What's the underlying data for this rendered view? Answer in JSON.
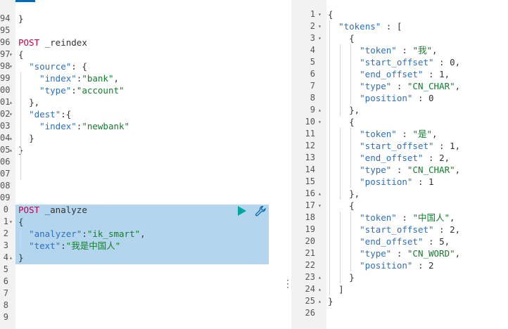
{
  "editor": {
    "lines": [
      {
        "num": "94",
        "text": "}"
      },
      {
        "num": "95",
        "text": ""
      },
      {
        "num": "96",
        "method": "POST",
        "path": " _reindex"
      },
      {
        "num": "97",
        "text": "{"
      },
      {
        "num": "98",
        "text": "  \"source\": {"
      },
      {
        "num": "99",
        "text": "    \"index\":\"bank\","
      },
      {
        "num": "00",
        "text": "    \"type\":\"account\""
      },
      {
        "num": "01",
        "text": "  },"
      },
      {
        "num": "02",
        "text": "  \"dest\":{"
      },
      {
        "num": "03",
        "text": "    \"index\":\"newbank\""
      },
      {
        "num": "04",
        "text": "  }"
      },
      {
        "num": "05",
        "text": "}"
      },
      {
        "num": "06",
        "text": ""
      },
      {
        "num": "07",
        "text": ""
      },
      {
        "num": "08",
        "text": ""
      },
      {
        "num": "09",
        "text": ""
      },
      {
        "num": "0",
        "method": "POST",
        "path": " _analyze"
      },
      {
        "num": "1",
        "text": "{"
      },
      {
        "num": "2",
        "text": "  \"analyzer\":\"ik_smart\","
      },
      {
        "num": "3",
        "text": "  \"text\":\"我是中国人\""
      },
      {
        "num": "4",
        "text": "}"
      },
      {
        "num": "5",
        "text": ""
      },
      {
        "num": "6",
        "text": ""
      },
      {
        "num": "7",
        "text": ""
      },
      {
        "num": "8",
        "text": ""
      },
      {
        "num": "9",
        "text": ""
      }
    ]
  },
  "output": {
    "lines": [
      {
        "num": "1",
        "text": "{"
      },
      {
        "num": "2",
        "text": "  \"tokens\" : ["
      },
      {
        "num": "3",
        "text": "    {"
      },
      {
        "num": "4",
        "text": "      \"token\" : \"我\","
      },
      {
        "num": "5",
        "text": "      \"start_offset\" : 0,"
      },
      {
        "num": "6",
        "text": "      \"end_offset\" : 1,"
      },
      {
        "num": "7",
        "text": "      \"type\" : \"CN_CHAR\","
      },
      {
        "num": "8",
        "text": "      \"position\" : 0"
      },
      {
        "num": "9",
        "text": "    },"
      },
      {
        "num": "10",
        "text": "    {"
      },
      {
        "num": "11",
        "text": "      \"token\" : \"是\","
      },
      {
        "num": "12",
        "text": "      \"start_offset\" : 1,"
      },
      {
        "num": "13",
        "text": "      \"end_offset\" : 2,"
      },
      {
        "num": "14",
        "text": "      \"type\" : \"CN_CHAR\","
      },
      {
        "num": "15",
        "text": "      \"position\" : 1"
      },
      {
        "num": "16",
        "text": "    },"
      },
      {
        "num": "17",
        "text": "    {"
      },
      {
        "num": "18",
        "text": "      \"token\" : \"中国人\","
      },
      {
        "num": "19",
        "text": "      \"start_offset\" : 2,"
      },
      {
        "num": "20",
        "text": "      \"end_offset\" : 5,"
      },
      {
        "num": "21",
        "text": "      \"type\" : \"CN_WORD\","
      },
      {
        "num": "22",
        "text": "      \"position\" : 2"
      },
      {
        "num": "23",
        "text": "    }"
      },
      {
        "num": "24",
        "text": "  ]"
      },
      {
        "num": "25",
        "text": "}"
      },
      {
        "num": "26",
        "text": ""
      }
    ]
  },
  "icons": {
    "run": "play-icon",
    "settings": "wrench-icon",
    "resize": "vertical-ellipsis-icon"
  },
  "colors": {
    "method": "#c8004a",
    "key": "#2c6fbf",
    "string": "#127e2c",
    "selection": "#b4d5ee",
    "accent": "#006bb8",
    "run_button": "#00a69b"
  }
}
